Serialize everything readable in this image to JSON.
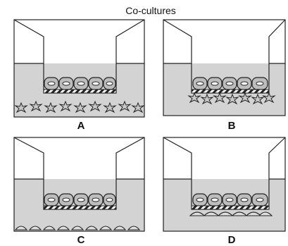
{
  "title": "Co-cultures",
  "panels": [
    {
      "label": "A"
    },
    {
      "label": "B"
    },
    {
      "label": "C"
    },
    {
      "label": "D"
    }
  ]
}
